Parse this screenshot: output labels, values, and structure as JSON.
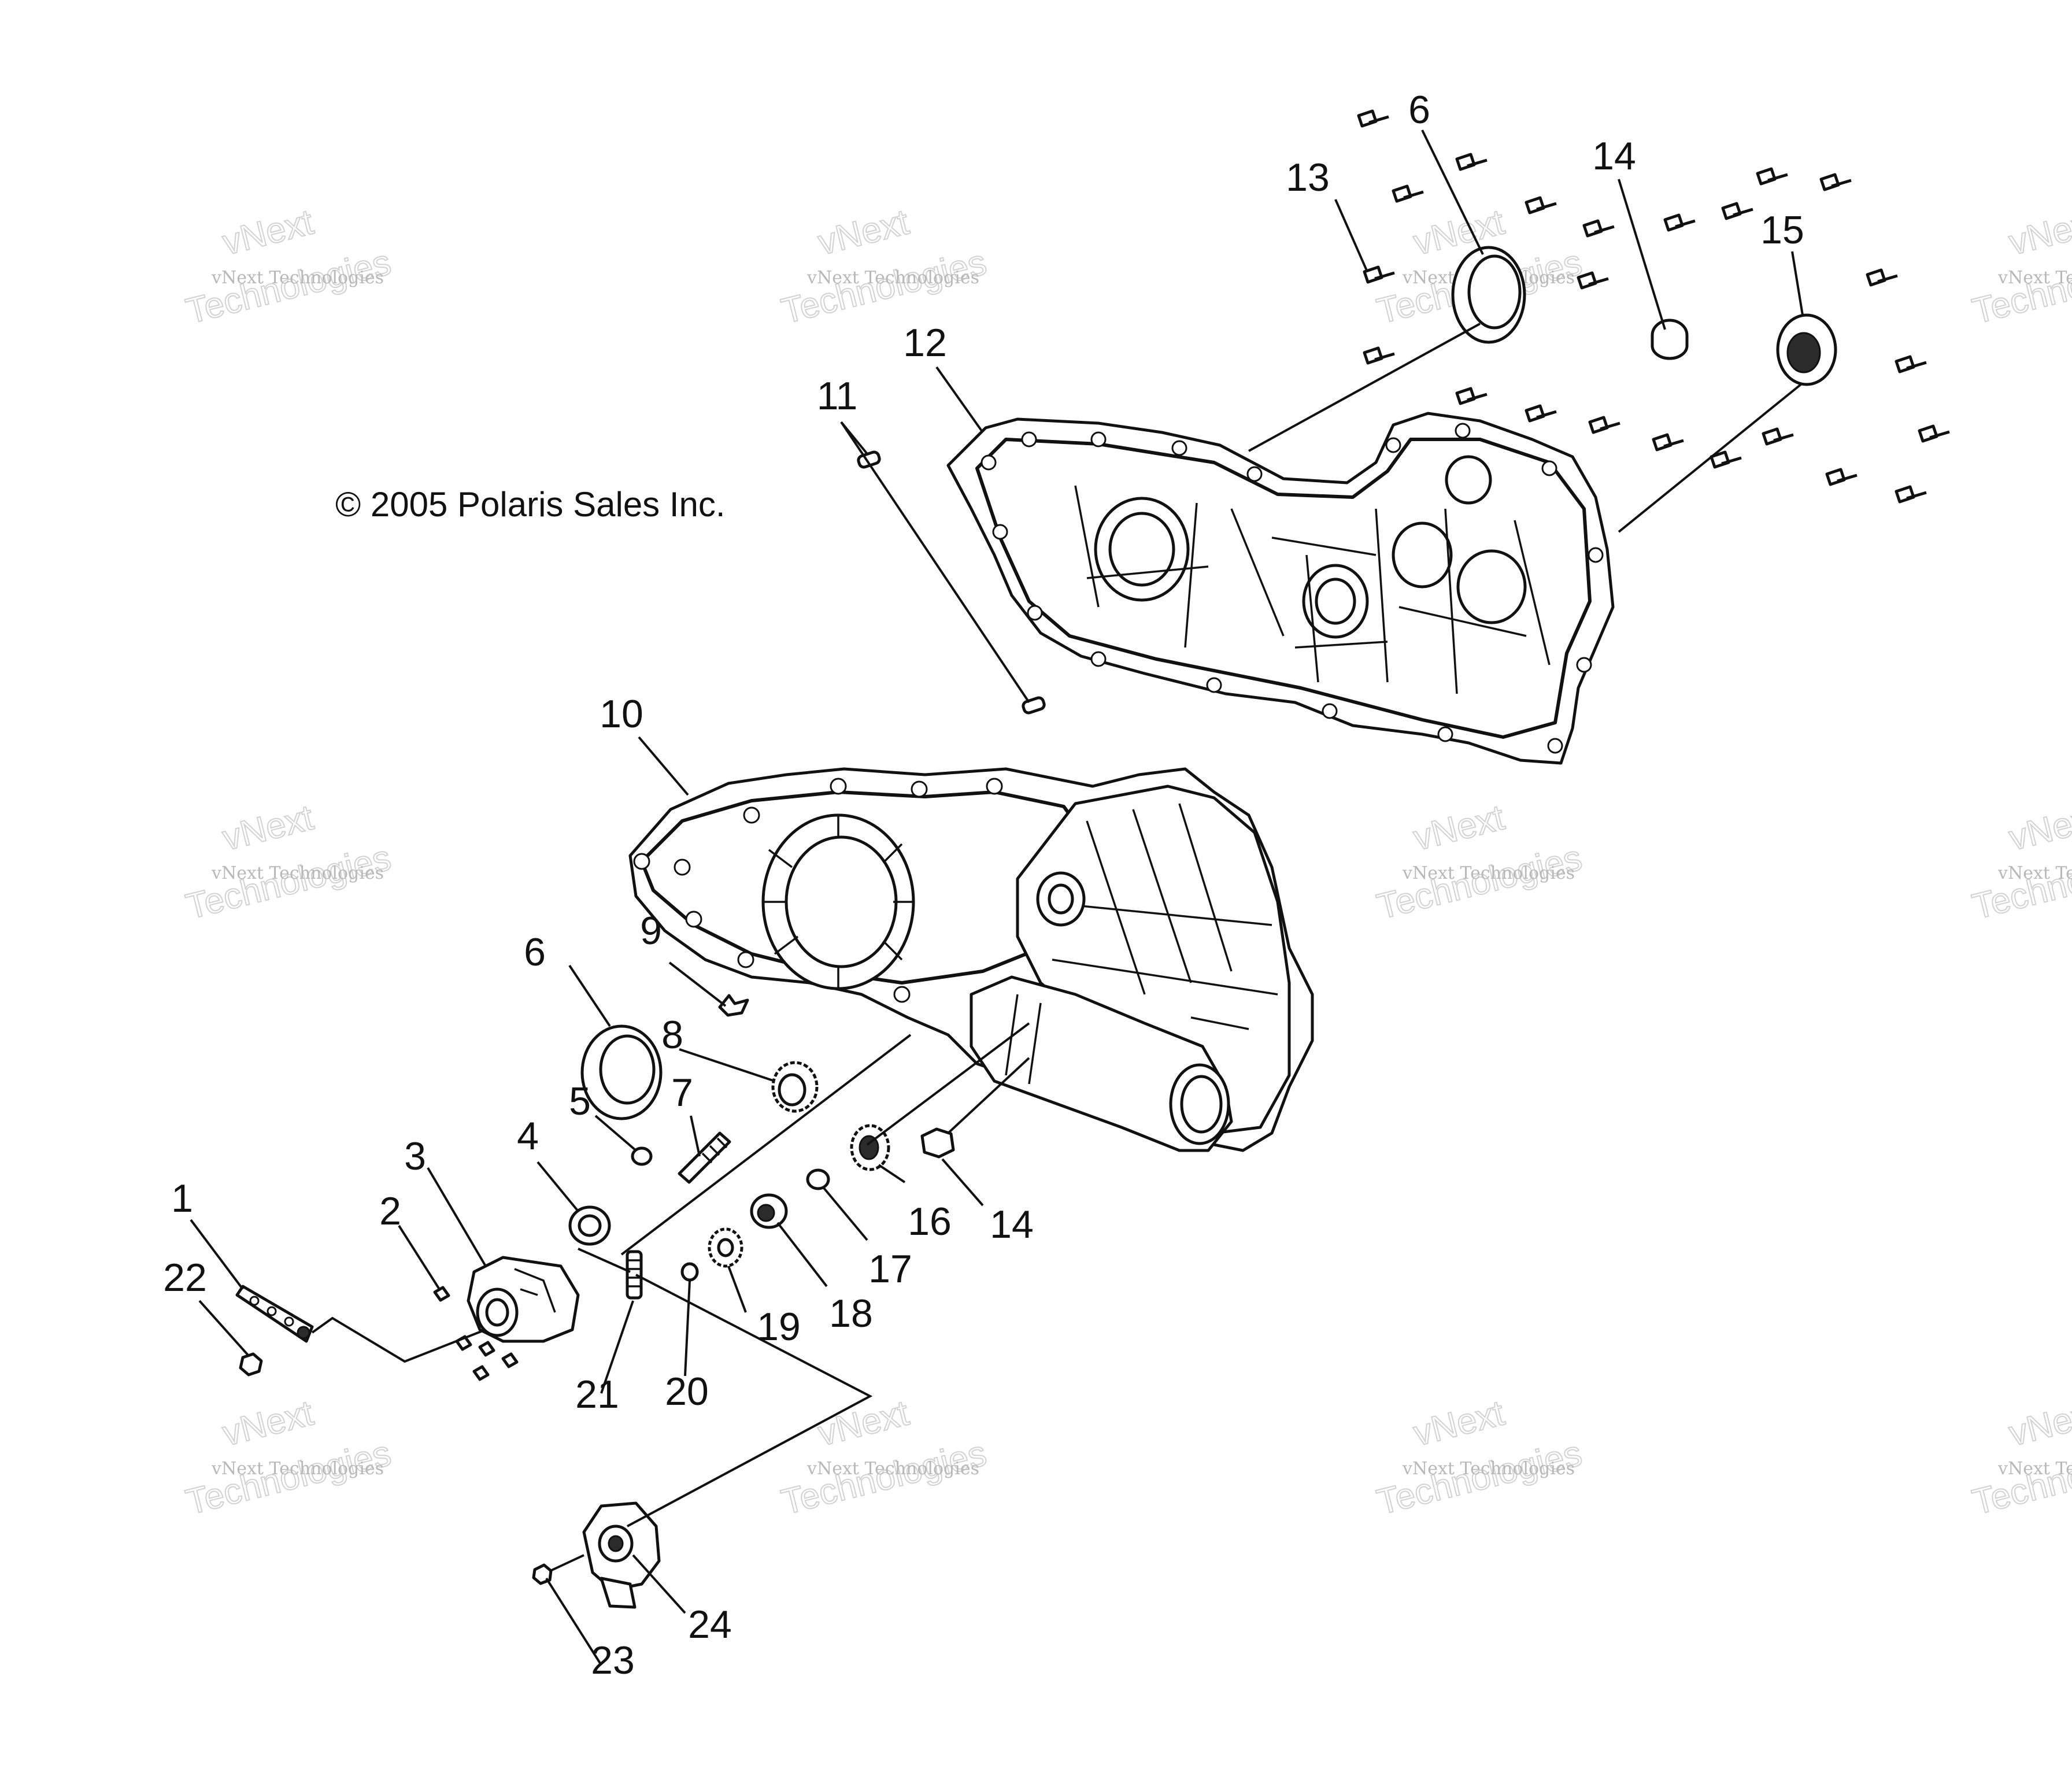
{
  "copyright": "© 2005 Polaris Sales Inc.",
  "watermark": {
    "line1": "vNext Technologies",
    "line2_a": "vNext",
    "line2_b": "Technologies"
  },
  "callouts": {
    "c1": "1",
    "c2": "2",
    "c3": "3",
    "c4": "4",
    "c5": "5",
    "c6a": "6",
    "c6b": "6",
    "c7": "7",
    "c8": "8",
    "c9": "9",
    "c10": "10",
    "c11": "11",
    "c12": "12",
    "c13": "13",
    "c14a": "14",
    "c14b": "14",
    "c15": "15",
    "c16": "16",
    "c17": "17",
    "c18": "18",
    "c19": "19",
    "c20": "20",
    "c21": "21",
    "c22": "22",
    "c23": "23",
    "c24": "24"
  }
}
